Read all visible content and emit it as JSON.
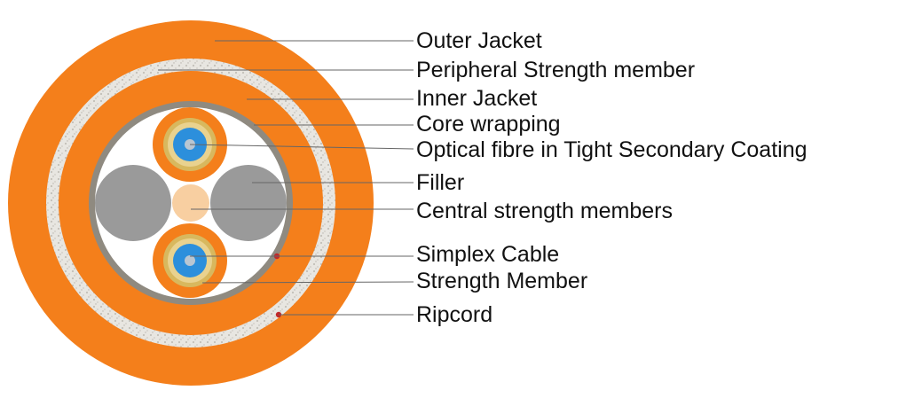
{
  "labels": {
    "outer_jacket": "Outer Jacket",
    "peripheral_strength_member": "Peripheral Strength member",
    "inner_jacket": "Inner Jacket",
    "core_wrapping": "Core wrapping",
    "optical_fibre": "Optical fibre in Tight Secondary Coating",
    "filler": "Filler",
    "central_strength_members": "Central strength members",
    "simplex_cable": "Simplex Cable",
    "strength_member": "Strength Member",
    "ripcord": "Ripcord"
  },
  "colors": {
    "orange_jacket": "#f47f1b",
    "strength_yarn": "#e8e6e1",
    "core_wrapping": "#8f8a80",
    "core_interior": "#ffffff",
    "filler": "#9a9a9a",
    "central_member": "#f8cfa1",
    "aramid": "#d8b85e",
    "fibre_coating": "#2c8fdc",
    "fibre_glass": "#b9c6d2",
    "ripcord": "#c0282a",
    "leader_line": "#666666"
  }
}
